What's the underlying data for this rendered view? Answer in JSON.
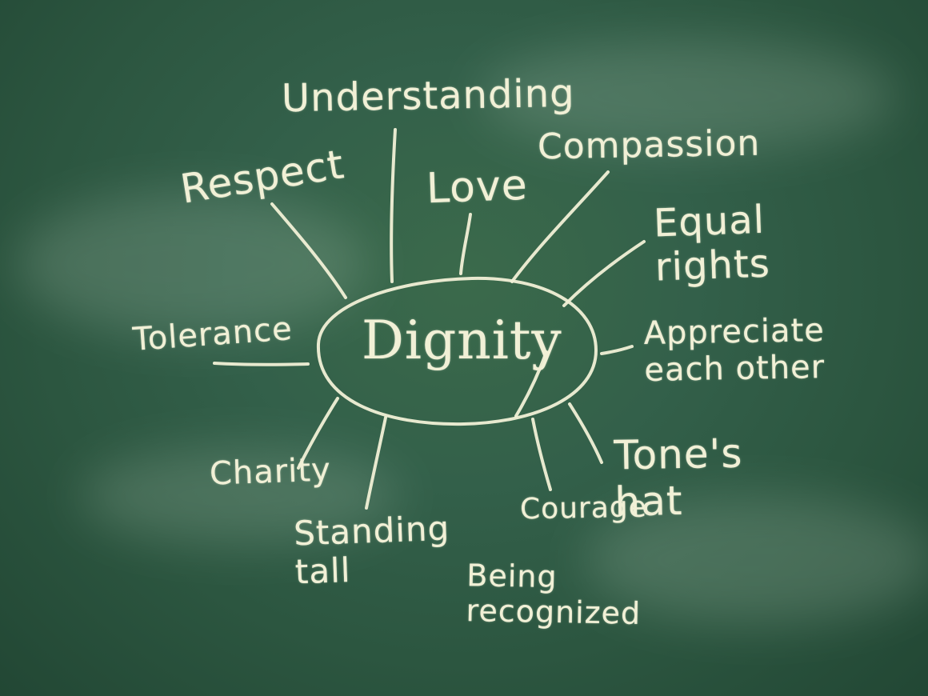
{
  "center": {
    "label": "Dignity"
  },
  "words": {
    "understanding": "Understanding",
    "respect": "Respect",
    "love": "Love",
    "compassion": "Compassion",
    "equal_rights": "Equal\nrights",
    "tolerance": "Tolerance",
    "appreciate": "Appreciate\neach other",
    "charity": "Charity",
    "standing_tall": "Standing\ntall",
    "courage": "Courage",
    "tones_hat": "Tone's\nhat",
    "being_recognized": "Being\nrecognized"
  },
  "colors": {
    "board": "#2f5a3f",
    "chalk": "#f1f0d6"
  }
}
